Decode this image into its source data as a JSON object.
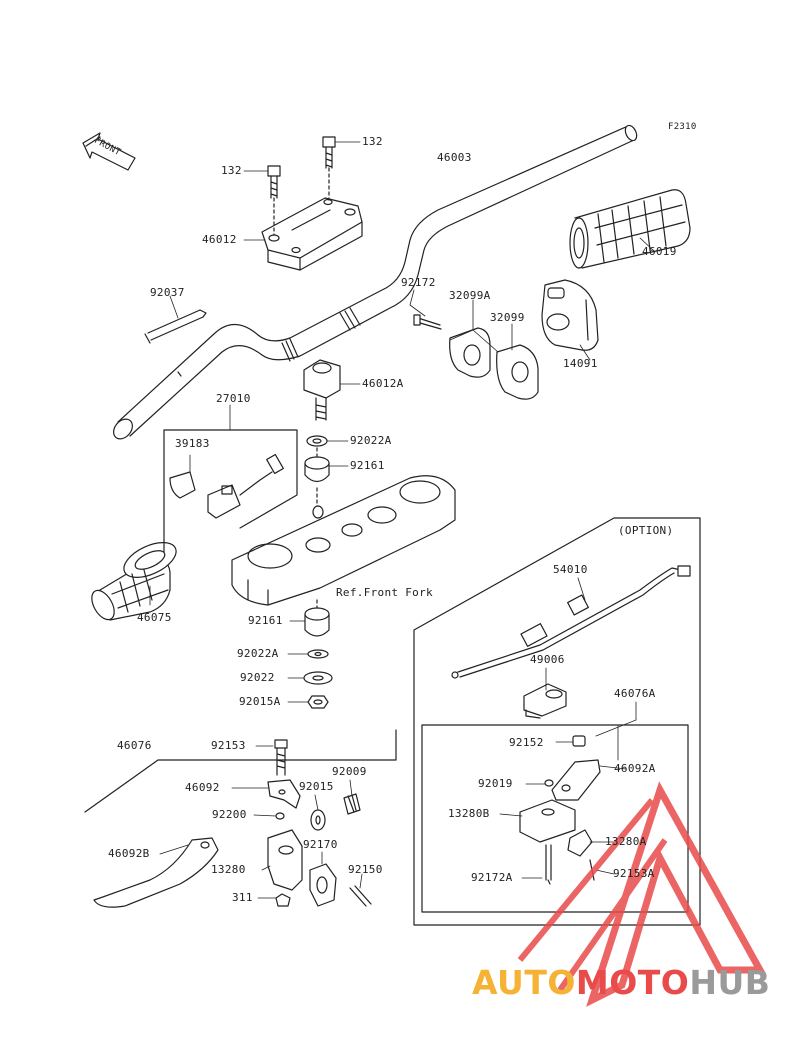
{
  "figure_code": "F2310",
  "front_arrow_text": "FRONT",
  "option_label": "(OPTION)",
  "ref_label": "Ref.Front Fork",
  "parts": {
    "p132a": "132",
    "p132b": "132",
    "p46003": "46003",
    "p46012": "46012",
    "p46019": "46019",
    "p92037": "92037",
    "p92172": "92172",
    "p32099A": "32099A",
    "p32099": "32099",
    "p14091": "14091",
    "p46012A": "46012A",
    "p27010": "27010",
    "p39183": "39183",
    "p92022A_top": "92022A",
    "p92161_top": "92161",
    "p46075": "46075",
    "p92161_bot": "92161",
    "p92022A_bot": "92022A",
    "p92022": "92022",
    "p92015A": "92015A",
    "p54010": "54010",
    "p49006": "49006",
    "p46076A": "46076A",
    "p92152": "92152",
    "p46092A": "46092A",
    "p92019": "92019",
    "p13280B": "13280B",
    "p13280A": "13280A",
    "p92172A": "92172A",
    "p92153A": "92153A",
    "p46076": "46076",
    "p92153": "92153",
    "p46092": "46092",
    "p92009": "92009",
    "p92015": "92015",
    "p92200": "92200",
    "p92170": "92170",
    "p46092B": "46092B",
    "p13280": "13280",
    "p92150": "92150",
    "p311": "311"
  },
  "watermark": {
    "part1": "AUTO",
    "part2": "MOTO",
    "part3": "HUB",
    "colors": {
      "auto": "#f5b234",
      "moto": "#e94b4b",
      "hub": "#9a9a9a",
      "triangle": "#e94b4b"
    }
  }
}
